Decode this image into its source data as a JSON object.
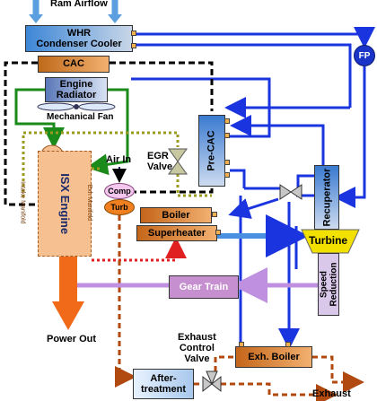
{
  "labels": {
    "ram_airflow": "Ram Airflow",
    "whr_condenser": "WHR\nCondenser Cooler",
    "cac": "CAC",
    "engine_radiator": "Engine\nRadiator",
    "mechanical_fan": "Mechanical Fan",
    "pre_cac": "Pre-CAC",
    "egr_valve": "EGR\nValve",
    "air_in": "Air In",
    "comp": "Comp",
    "turb": "Turb",
    "isx_engine": "ISX Engine",
    "intake_manifold": "Intake Manifold",
    "exh_manifold": "Exh Manifold",
    "boiler": "Boiler",
    "superheater": "Superheater",
    "recuperator": "Recuperator",
    "turbine": "Turbine",
    "speed_reduction": "Speed\nReduction",
    "gear_train": "Gear Train",
    "power_out": "Power Out",
    "exhaust_control_valve": "Exhaust\nControl\nValve",
    "exh_boiler": "Exh. Boiler",
    "aftertreatment": "After-\ntreatment",
    "exhaust": "Exhaust",
    "fp": "FP"
  },
  "colors": {
    "working_fluid": "#1a34e0",
    "coolant": "#1a8a1a",
    "charge_air": "#000000",
    "egr": "#9a9a20",
    "exhaust": "#b04a10",
    "hot_exhaust": "#e02020",
    "power": "#c090e0",
    "airflow": "#5aa0e0",
    "superheated": "#4a90e0"
  }
}
